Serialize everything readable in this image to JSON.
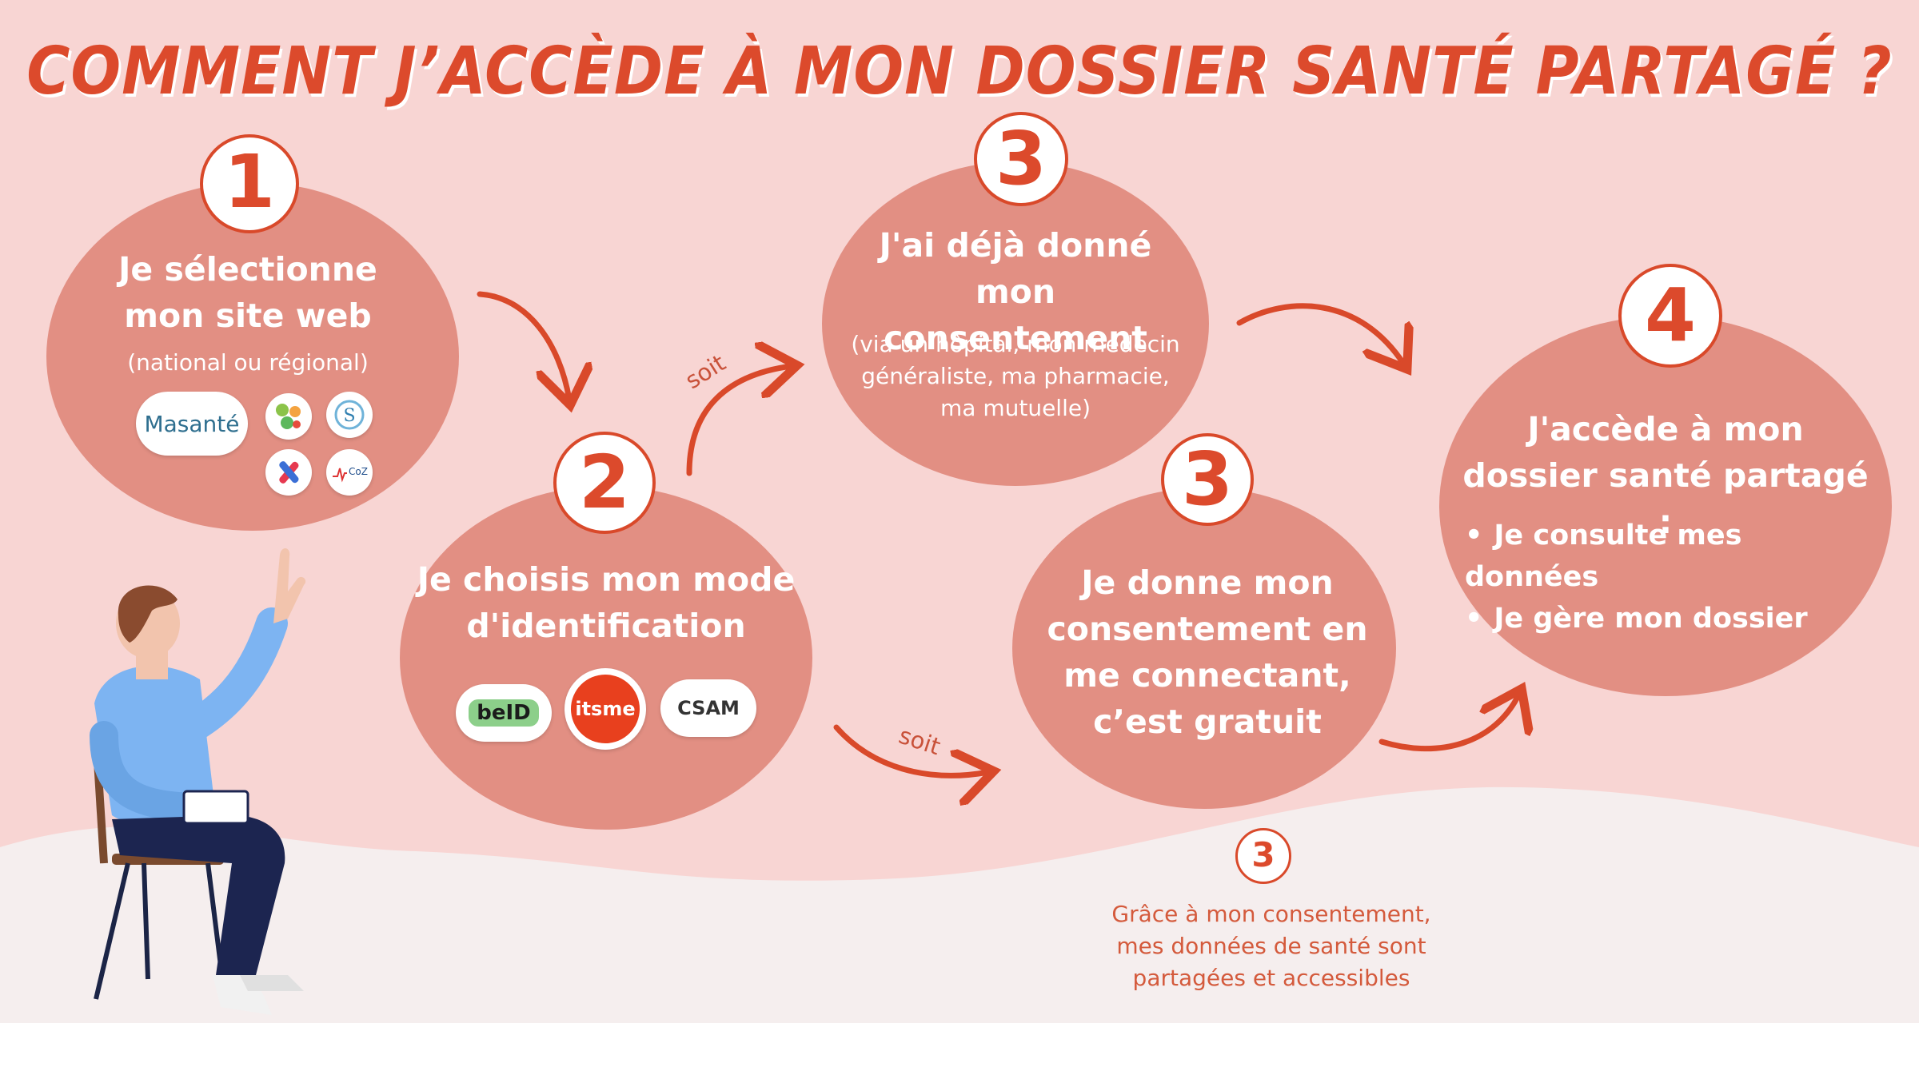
{
  "title": "COMMENT J’ACCÈDE À MON DOSSIER SANTÉ PARTAGÉ ?",
  "colors": {
    "background": "#f8d5d3",
    "bubble": "#e28f83",
    "accent": "#dc4a2c",
    "wave": "#f5eeee"
  },
  "steps": {
    "s1": {
      "number": "1",
      "title": "Je sélectionne mon site web",
      "sub": "(national ou régional)",
      "logos": [
        "Masanté",
        "Réseau Santé Wallon",
        "Brussels Health Network",
        "Vitalink",
        "CoZo"
      ]
    },
    "s2": {
      "number": "2",
      "title": "Je choisis mon mode d'identification",
      "logos": [
        "beID",
        "itsme",
        "CSAM"
      ]
    },
    "s3a": {
      "number": "3",
      "title": "J'ai déjà donné mon consentement",
      "sub": "(via un hôpital, mon médecin généraliste, ma pharmacie, ma mutuelle)"
    },
    "s3b": {
      "number": "3",
      "title": "Je donne mon consentement en me connectant, c’est gratuit"
    },
    "s4": {
      "number": "4",
      "title": "J'accède à mon dossier santé partagé :",
      "bullets": [
        "Je consulte mes données",
        "Je gère mon dossier"
      ]
    }
  },
  "soit": "soit",
  "footnote": {
    "number": "3",
    "text": "Grâce à mon consentement, mes données de santé sont partagées et accessibles"
  }
}
